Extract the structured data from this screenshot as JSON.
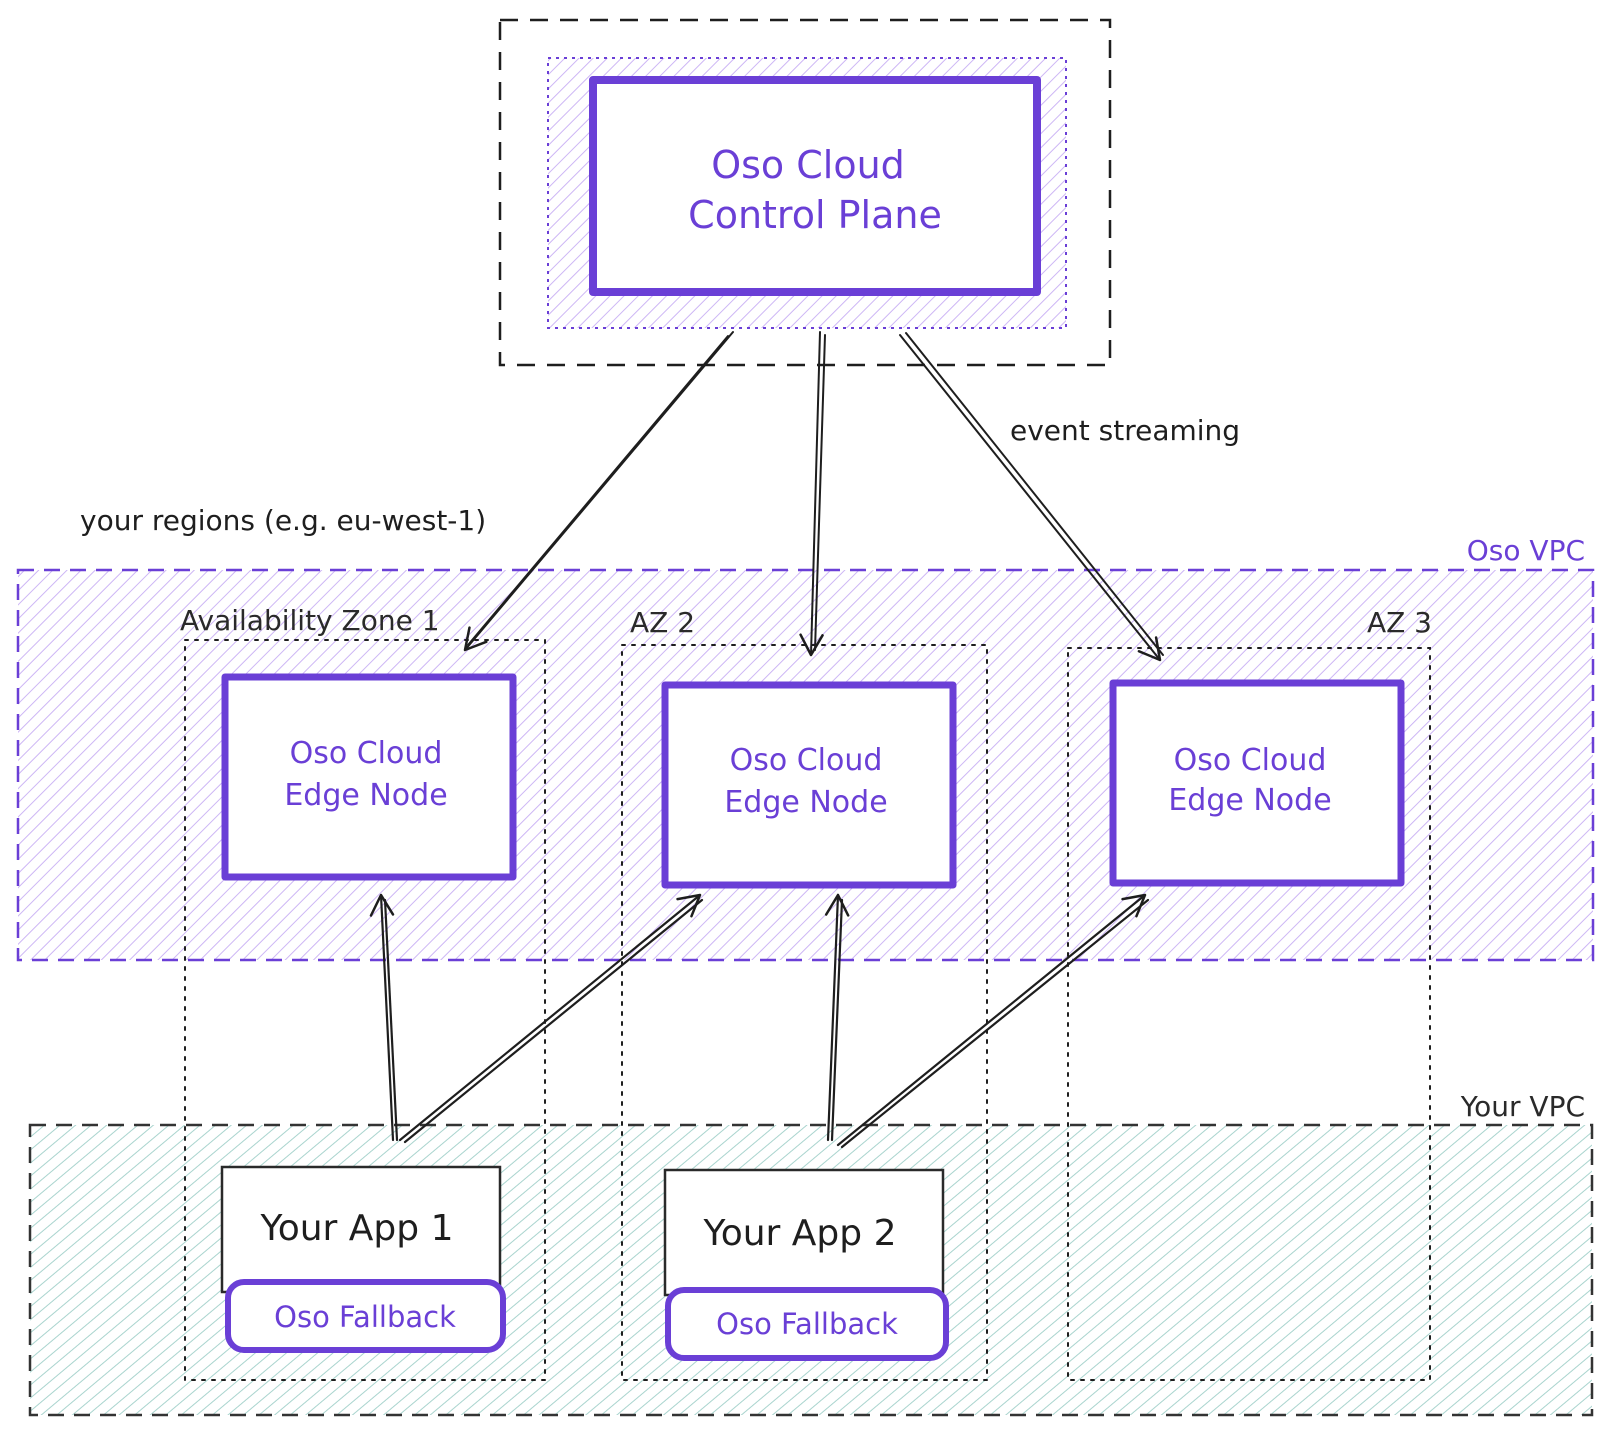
{
  "control_plane": {
    "line1": "Oso Cloud",
    "line2": "Control Plane"
  },
  "labels": {
    "event_streaming": "event streaming",
    "your_regions": "your regions (e.g. eu-west-1)",
    "oso_vpc": "Oso VPC",
    "your_vpc": "Your VPC"
  },
  "zones": [
    {
      "label": "Availability Zone 1"
    },
    {
      "label": "AZ 2"
    },
    {
      "label": "AZ 3"
    }
  ],
  "edge_nodes": [
    {
      "line1": "Oso Cloud",
      "line2": "Edge Node"
    },
    {
      "line1": "Oso Cloud",
      "line2": "Edge Node"
    },
    {
      "line1": "Oso Cloud",
      "line2": "Edge Node"
    }
  ],
  "apps": [
    {
      "name": "Your App 1",
      "fallback": "Oso Fallback"
    },
    {
      "name": "Your App 2",
      "fallback": "Oso Fallback"
    }
  ],
  "colors": {
    "accent": "#6a3fd6",
    "purple_fill": "#d9c9f7",
    "teal_fill": "#bfe0dc",
    "dark": "#1e1e1e"
  }
}
